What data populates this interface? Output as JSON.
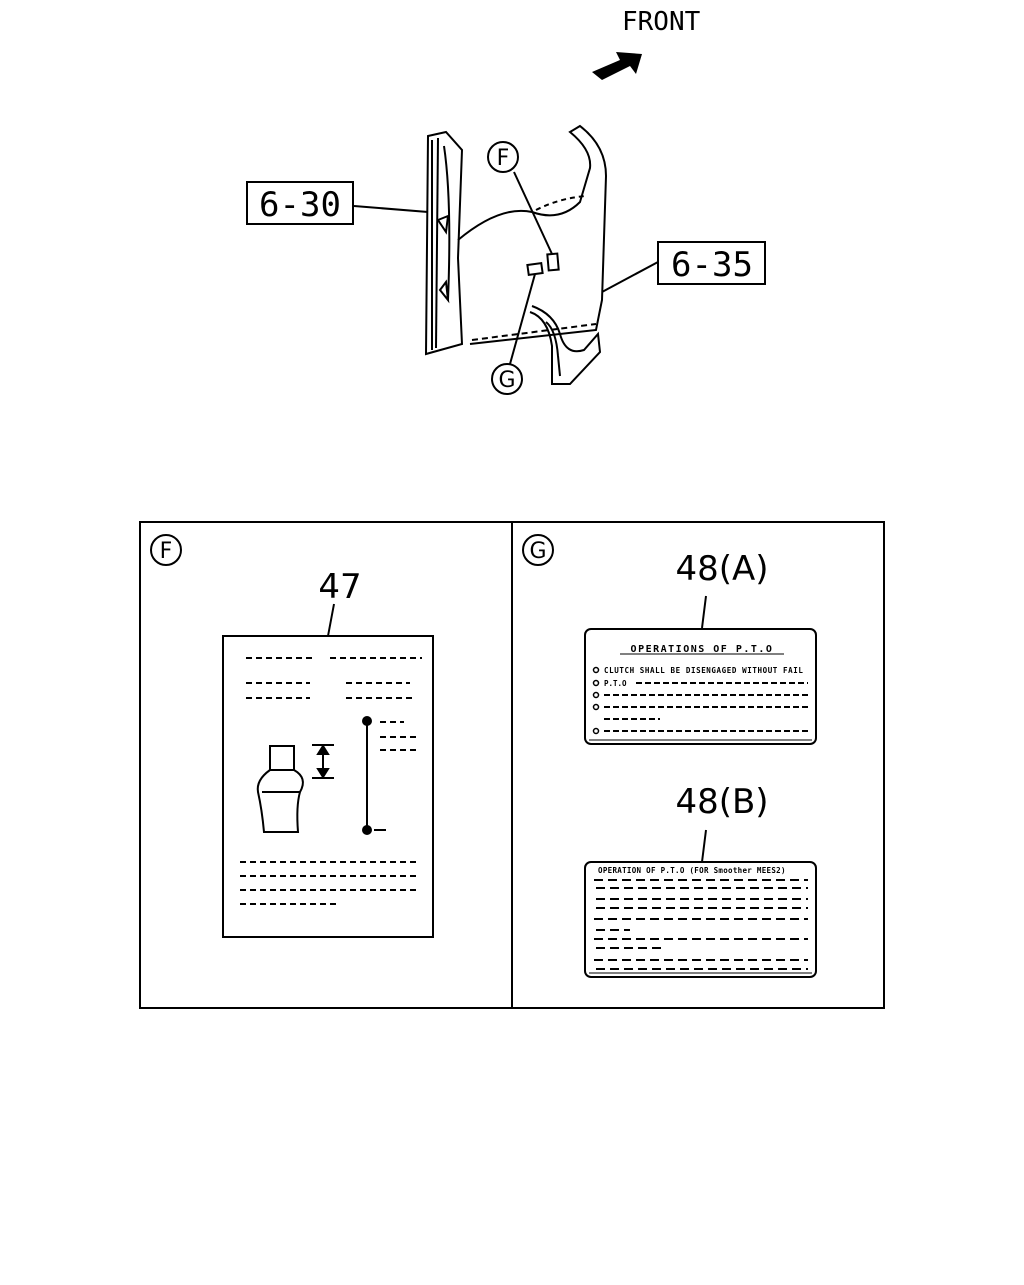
{
  "header": {
    "front_label": "FRONT"
  },
  "callouts": {
    "part_6_30": "6-30",
    "part_6_35": "6-35",
    "marker_f": "F",
    "marker_g": "G"
  },
  "detail_f": {
    "marker": "F",
    "part_number": "47"
  },
  "detail_g": {
    "marker": "G",
    "label_a": {
      "part_number": "48(A)",
      "title": "OPERATIONS OF P.T.O",
      "line1": "CLUTCH SHALL BE DISENGAGED WITHOUT FAIL",
      "line2_prefix": "P.T.O"
    },
    "label_b": {
      "part_number": "48(B)",
      "title": "OPERATION OF P.T.O (FOR Smoother MEES2)"
    }
  }
}
